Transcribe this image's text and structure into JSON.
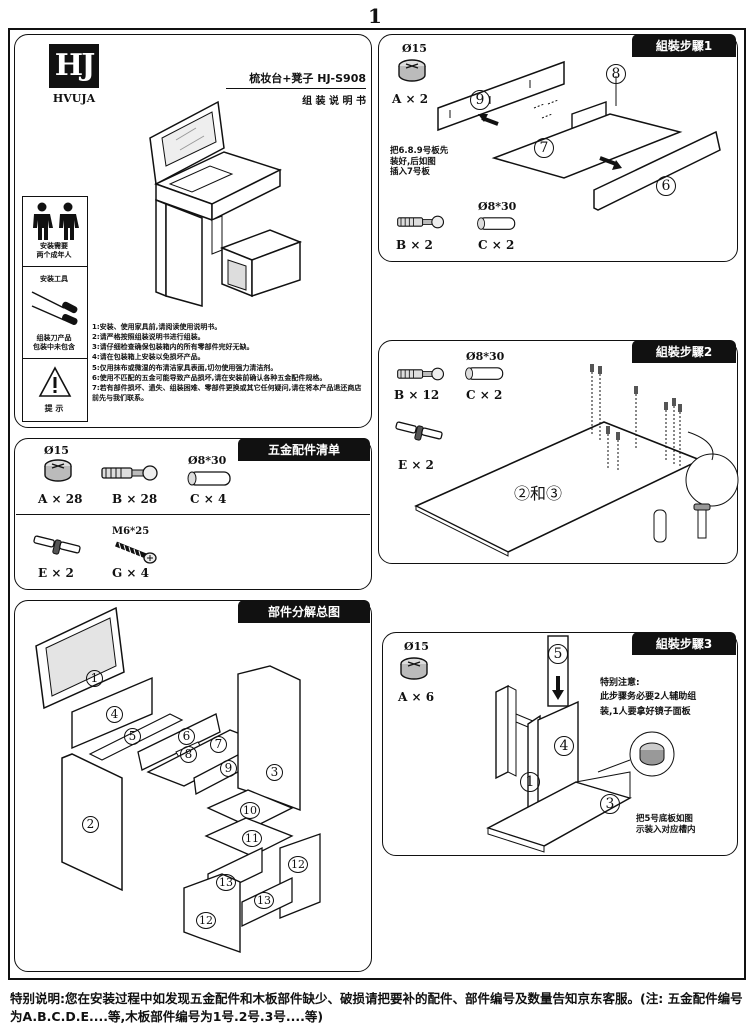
{
  "page_number": "1",
  "brand": {
    "monogram": "HJ",
    "name": "HVUJA"
  },
  "product": {
    "title": "梳妆台+凳子 HJ-S908",
    "subtitle": "组 装 说 明 书"
  },
  "safety": {
    "people_label": "安装需要\n两个成年人",
    "tools_title": "安装工具",
    "tools_label": "组装刀产品\n包装中未包含",
    "warning_label": "提  示"
  },
  "notes": [
    "1:安装、使用家具前,请阅读使用说明书。",
    "2:请严格按照组装说明书进行组装。",
    "3:请仔细检查确保包装箱内的所有零部件完好无缺。",
    "4:请在包装箱上安装以免损坏产品。",
    "5:仅用抹布或微湿的布清洁家具表面,切勿使用强力清洁剂。",
    "6:使用不匹配的五金可能导致产品损坏,请在安装前确认各种五金配件规格。",
    "7:若有部件损坏、遗失、组装困难、零部件更换或其它任何疑问,请在将本产品退还商店前先与我们联系。"
  ],
  "hardware": {
    "title": "五金配件清单",
    "items": [
      {
        "size": "Ø15",
        "label": "A × 28"
      },
      {
        "size": "",
        "label": "B × 28"
      },
      {
        "size": "Ø8*30",
        "label": "C × 4"
      },
      {
        "size": "",
        "label": "E × 2"
      },
      {
        "size": "M6*25",
        "label": "G × 4"
      }
    ]
  },
  "exploded": {
    "title": "部件分解总图",
    "parts": [
      "1",
      "2",
      "3",
      "4",
      "5",
      "6",
      "7",
      "8",
      "9",
      "10",
      "11",
      "12",
      "13",
      "12",
      "13"
    ]
  },
  "step1": {
    "title": "組裝步驟1",
    "size_a": "Ø15",
    "label_a": "A × 2",
    "label_b": "B × 2",
    "size_c": "Ø8*30",
    "label_c": "C × 2",
    "instruction": "把6.8.9号板先\n装好,后如图\n插入7号板",
    "parts": [
      "9",
      "8",
      "7",
      "6"
    ]
  },
  "step2": {
    "title": "組裝步驟2",
    "label_b": "B × 12",
    "size_c": "Ø8*30",
    "label_c": "C × 2",
    "label_e": "E × 2",
    "board_label": "②和③"
  },
  "step3": {
    "title": "組裝步驟3",
    "size_a": "Ø15",
    "label_a": "A × 6",
    "attention": "特别注意:\n此步骤务必要2人辅助组\n装,1人要拿好镜子面板",
    "instruction": "把5号底板如图\n示装入对应槽内",
    "parts": [
      "5",
      "4",
      "1",
      "3"
    ]
  },
  "footer_note": "特别说明:您在安装过程中如发现五金配件和木板部件缺少、破损请把要补的配件、部件编号及数量告知京东客服。(注: 五金配件编号为A.B.C.D.E....等,木板部件编号为1号.2号.3号....等)"
}
